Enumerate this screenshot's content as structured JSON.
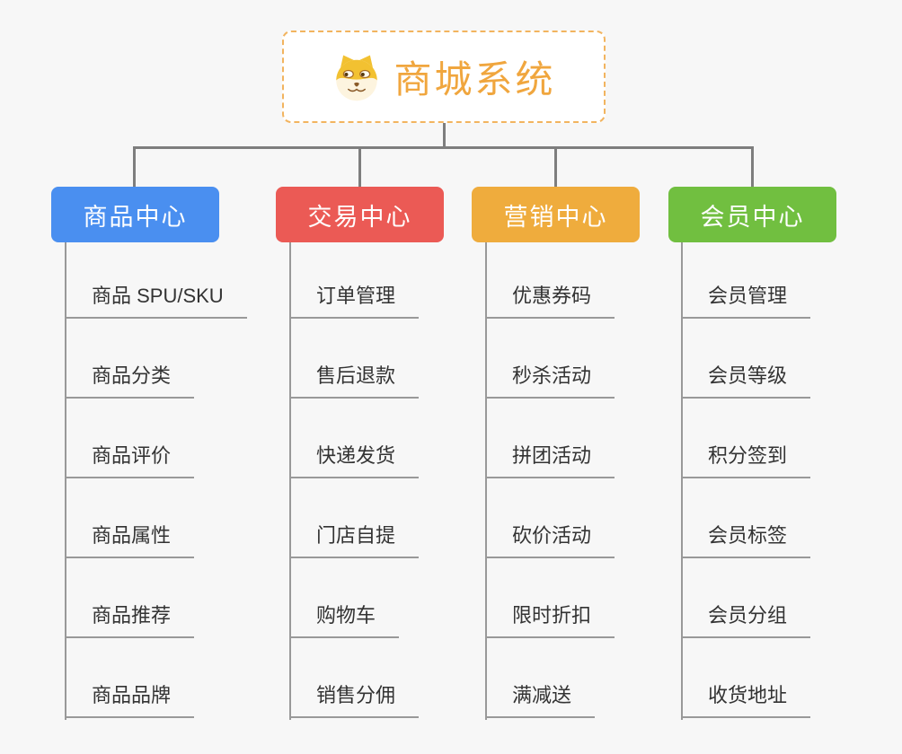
{
  "root": {
    "title": "商城系统",
    "icon": "doge-icon"
  },
  "branches": [
    {
      "label": "商品中心",
      "color": "#4a8ff0",
      "items": [
        "商品 SPU/SKU",
        "商品分类",
        "商品评价",
        "商品属性",
        "商品推荐",
        "商品品牌"
      ]
    },
    {
      "label": "交易中心",
      "color": "#eb5a55",
      "items": [
        "订单管理",
        "售后退款",
        "快递发货",
        "门店自提",
        "购物车",
        "销售分佣"
      ]
    },
    {
      "label": "营销中心",
      "color": "#efac3d",
      "items": [
        "优惠券码",
        "秒杀活动",
        "拼团活动",
        "砍价活动",
        "限时折扣",
        "满减送"
      ]
    },
    {
      "label": "会员中心",
      "color": "#71bf40",
      "items": [
        "会员管理",
        "会员等级",
        "积分签到",
        "会员标签",
        "会员分组",
        "收货地址"
      ]
    }
  ],
  "colors": {
    "background": "#f7f7f7",
    "root_accent": "#f0a63e",
    "root_border": "#f2b45f",
    "branch_product": "#4a8ff0",
    "branch_trade": "#eb5a55",
    "branch_marketing": "#efac3d",
    "branch_member": "#71bf40",
    "connector": "#7e7e7e",
    "leaf_line": "#999999",
    "leaf_text": "#333333"
  }
}
